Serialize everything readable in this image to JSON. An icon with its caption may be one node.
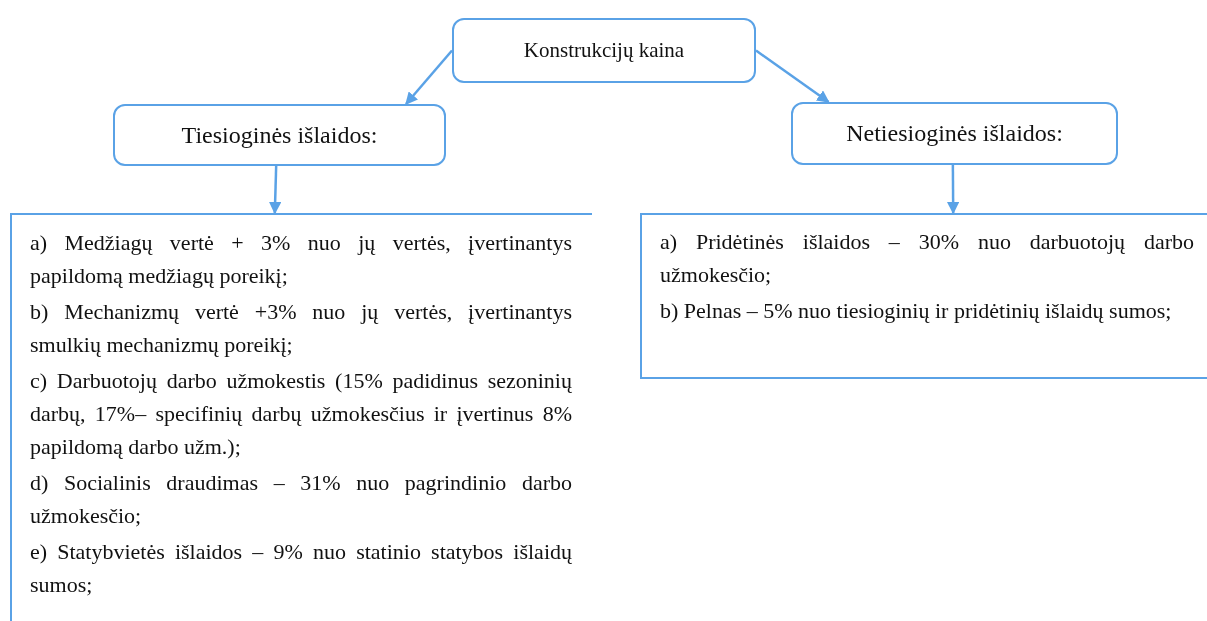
{
  "diagram": {
    "nodes": [
      {
        "text": [
          "Konstrukcijų kaina"
        ]
      },
      {
        "text": [
          "Tiesioginės išlaidos:"
        ]
      },
      {
        "text": [
          "Netiesioginės išlaidos:"
        ]
      },
      {
        "text": [
          "a) Medžiagų vertė + 3%  nuo jų vertės, įvertinantys papildomą medžiagų poreikį;",
          "b) Mechanizmų vertė +3%  nuo jų vertės, įvertinantys smulkių mechanizmų poreikį;",
          "c) Darbuotojų darbo užmokestis (15% padidinus sezoninių darbų, 17%– specifinių darbų užmokesčius ir įvertinus 8% papildomą darbo užm.);",
          "d) Socialinis draudimas – 31%  nuo pagrindinio darbo užmokesčio;",
          "e) Statybvietės išlaidos –  9% nuo statinio statybos išlaidų sumos;"
        ]
      },
      {
        "text": [
          "a) Pridėtinės išlaidos – 30% nuo darbuotojų darbo užmokesčio;",
          "b) Pelnas – 5% nuo tiesioginių ir pridėtinių išlaidų sumos;"
        ]
      }
    ],
    "edges": [
      {
        "from": 0,
        "to": 1,
        "arrow": "to"
      },
      {
        "from": 0,
        "to": 2,
        "arrow": "to"
      },
      {
        "from": 1,
        "to": 3,
        "arrow": "to"
      },
      {
        "from": 2,
        "to": 4,
        "arrow": "to"
      }
    ]
  }
}
